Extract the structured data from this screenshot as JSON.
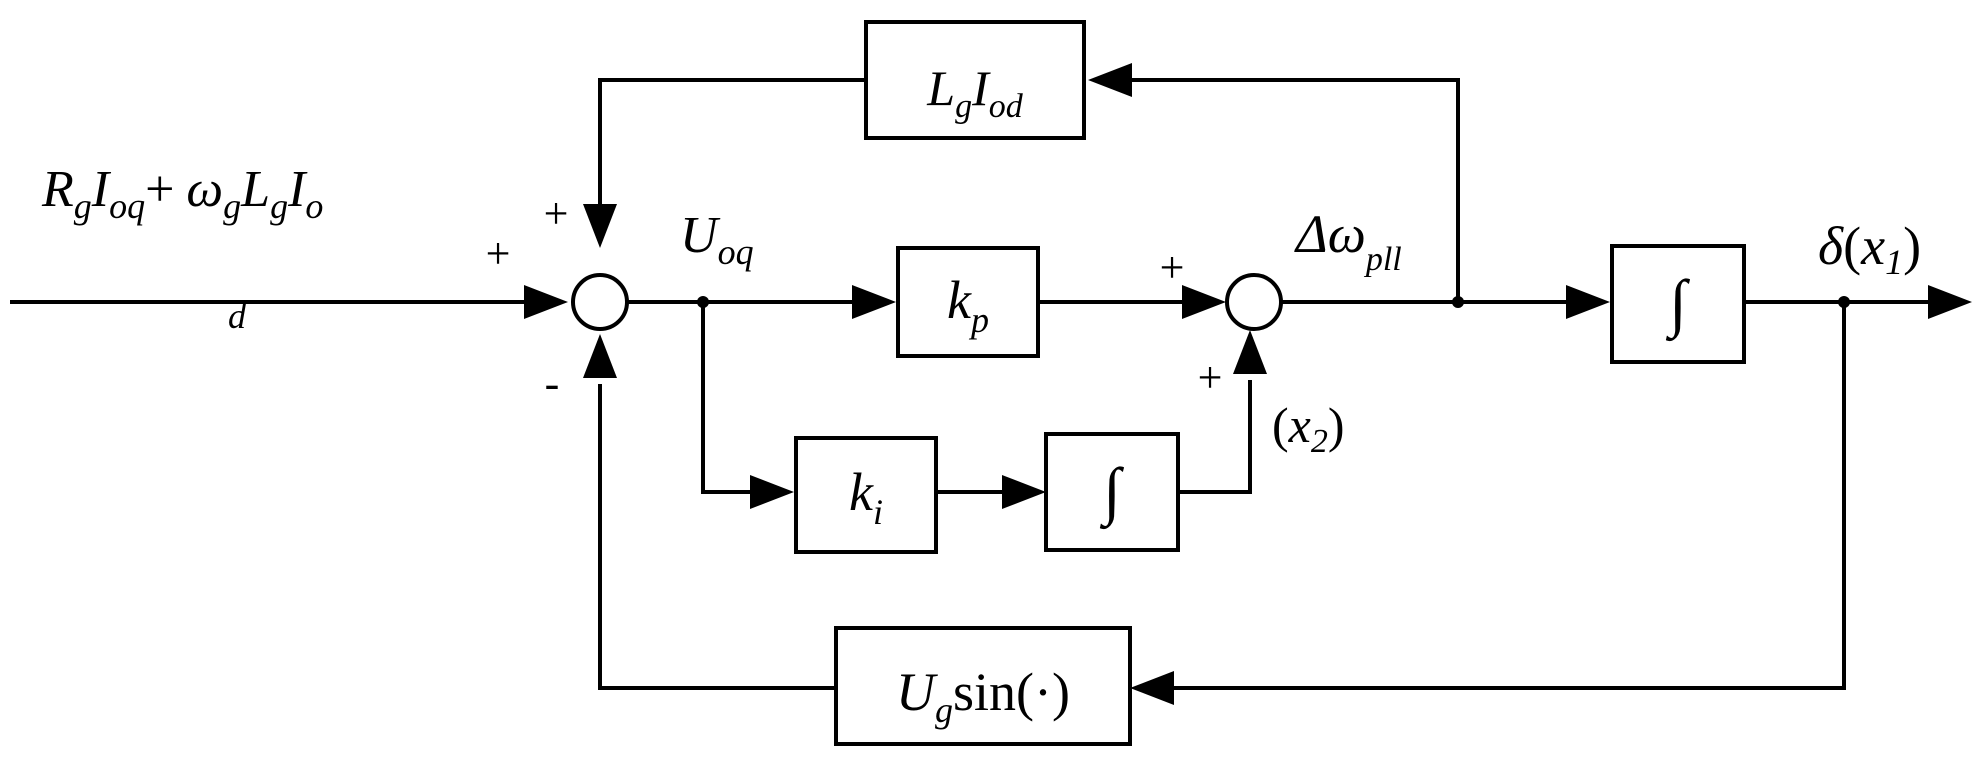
{
  "input": {
    "line1_R": "R",
    "line1_R_sub": "g",
    "line1_I": "I",
    "line1_I_sub": "oq",
    "line1_plus": "+",
    "line1_omega": "ω",
    "line1_omega_sub": "g",
    "line1_L": "L",
    "line1_L_sub": "g",
    "line1_Io": "I",
    "line1_Io_sub": "o",
    "line2": "d"
  },
  "signs": {
    "sum1_left": "+",
    "sum1_top": "+",
    "sum1_bottom": "-",
    "sum2_left": "+",
    "sum2_bottom": "+"
  },
  "labels": {
    "uoq": "U",
    "uoq_sub": "oq",
    "delta_omega": "Δω",
    "delta_omega_sub": "pll",
    "x2_open": "(",
    "x2_var": "x",
    "x2_sub": "2",
    "x2_close": ")",
    "delta": "δ",
    "x1_open": "(",
    "x1_var": "x",
    "x1_sub": "1",
    "x1_close": ")"
  },
  "blocks": {
    "lg_iod": {
      "L": "L",
      "L_sub": "g",
      "I": "I",
      "I_sub": "od"
    },
    "kp": {
      "k": "k",
      "sub": "p"
    },
    "ki": {
      "k": "k",
      "sub": "i"
    },
    "int1": "∫",
    "int2": "∫",
    "ug_sin": {
      "U": "U",
      "U_sub": "g",
      "rest": "sin(·)"
    }
  }
}
